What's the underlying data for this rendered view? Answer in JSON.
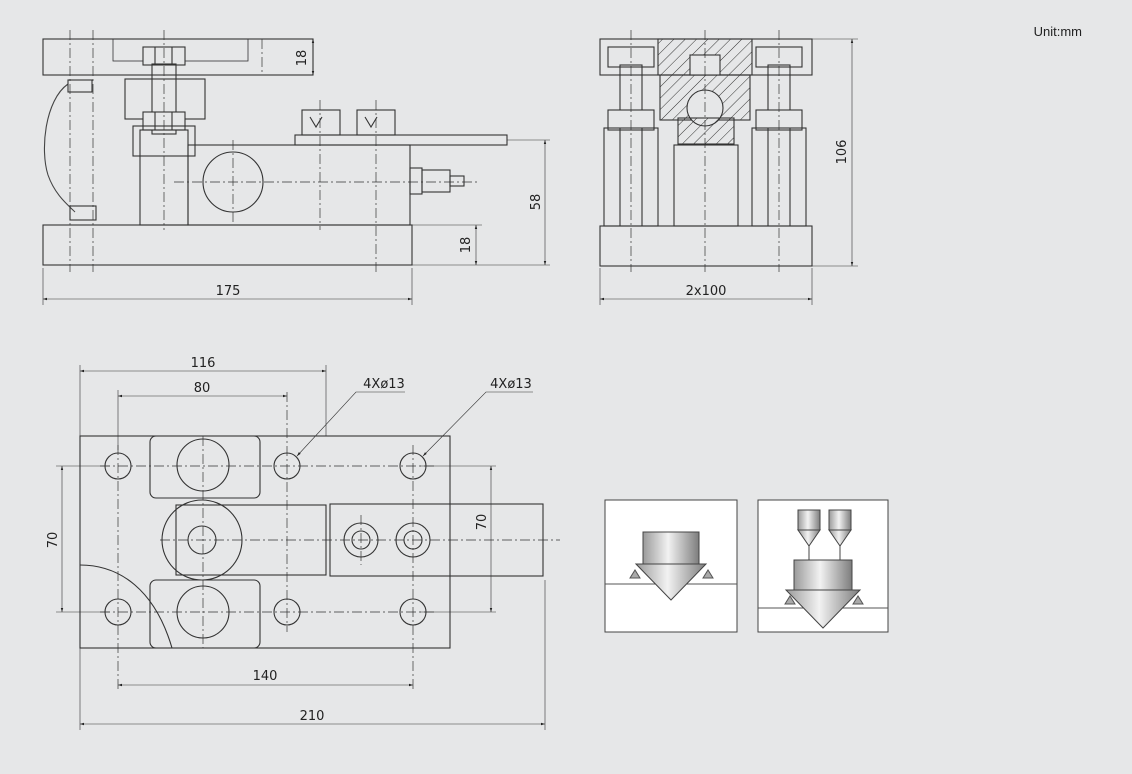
{
  "unit_label": "Unit:mm",
  "dimensions": {
    "top_plate_thickness": "18",
    "base_thickness": "18",
    "height": "58",
    "length": "175",
    "side_height": "106",
    "side_width": "2x100",
    "plan_116": "116",
    "plan_80": "80",
    "hole_callout_left": "4Xø13",
    "hole_callout_right": "4Xø13",
    "plan_70_left": "70",
    "plan_70_right": "70",
    "plan_140": "140",
    "plan_210": "210"
  }
}
